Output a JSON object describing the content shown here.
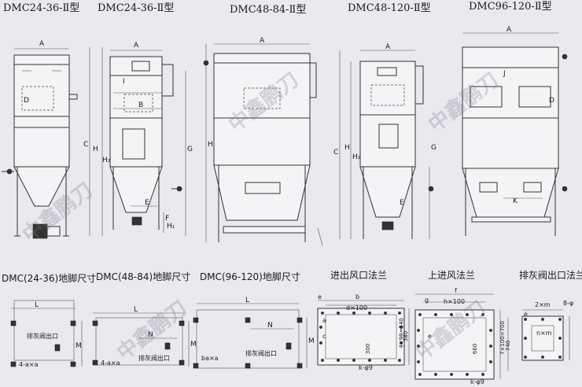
{
  "top_titles": [
    "DMC24-36-Ⅱ型",
    "DMC24-36-Ⅱ型",
    "DMC48-84-Ⅱ型",
    "DMC48-120-Ⅱ型",
    "DMC96-120-Ⅱ型"
  ],
  "bottom_titles": [
    "DMC(24-36)地脚尺寸",
    "DMC(48-84)地脚尺寸",
    "DMC(96-120)地脚尺寸",
    "进出风口法兰",
    "上进风法兰",
    "排灰阀出口法兰"
  ],
  "dims": {
    "A": "A",
    "B": "B",
    "C": "C",
    "D": "D",
    "E": "E",
    "F": "F",
    "G": "G",
    "H": "H",
    "H1": "H₁",
    "H2": "H₂",
    "I": "I",
    "J": "J",
    "K": "K",
    "L": "L",
    "M": "M",
    "N": "N"
  },
  "footprint_labels": {
    "outlet": "排灰阀出口",
    "holes_a": "4-a×a",
    "holes_b": "4-a×a",
    "holes_c": "ba×a"
  },
  "flange1": {
    "top_b": "b",
    "top_e": "e",
    "d100": "d×100",
    "a_dim": "a",
    "c_dim": "c",
    "k_holes": "k-φ9",
    "h300": "300",
    "f340": "4×98=340",
    "v380": "380"
  },
  "flange2": {
    "f": "f",
    "g": "g",
    "h100": "h×100",
    "e": "e",
    "v660": "660",
    "v740": "740",
    "v700": "7×100=700",
    "k_holes": "k-φ9"
  },
  "flange3": {
    "two_m": "2×m",
    "e": "e",
    "holes8": "8-φ",
    "nm": "n×m"
  },
  "watermark": "中鑫鹏刀"
}
